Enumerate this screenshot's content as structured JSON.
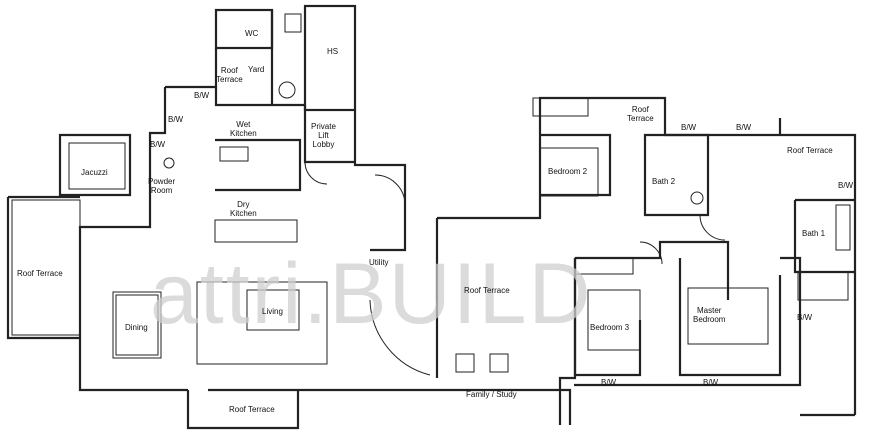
{
  "rooms": {
    "wc": "WC",
    "hs": "HS",
    "roof_terrace_small": "Roof\nTerrace",
    "yard": "Yard",
    "wet_kitchen": "Wet\nKitchen",
    "private_lift_lobby": "Private\nLift\nLobby",
    "jacuzzi": "Jacuzzi",
    "powder_room": "Powder\nRoom",
    "dry_kitchen": "Dry\nKitchen",
    "roof_terrace_left": "Roof Terrace",
    "dining": "Dining",
    "living": "Living",
    "utility": "Utility",
    "roof_terrace_center": "Roof Terrace",
    "family_study": "Family / Study",
    "roof_terrace_bottom": "Roof Terrace",
    "bedroom2": "Bedroom 2",
    "roof_terrace_top": "Roof\nTerrace",
    "bath2": "Bath 2",
    "roof_terrace_right": "Roof Terrace",
    "bath1": "Bath 1",
    "bedroom3": "Bedroom 3",
    "master_bedroom": "Master\nBedroom"
  },
  "bw_labels": {
    "bw_lobby": "B/W",
    "bw_wet": "B/W",
    "bw_powder": "B/W",
    "bw_bed2_a": "B/W",
    "bw_bed2_b": "B/W",
    "bw_bath1": "B/W",
    "bw_master": "B/W",
    "bw_bottom_a": "B/W",
    "bw_bottom_b": "B/W"
  },
  "watermark": "attri.BUILD"
}
